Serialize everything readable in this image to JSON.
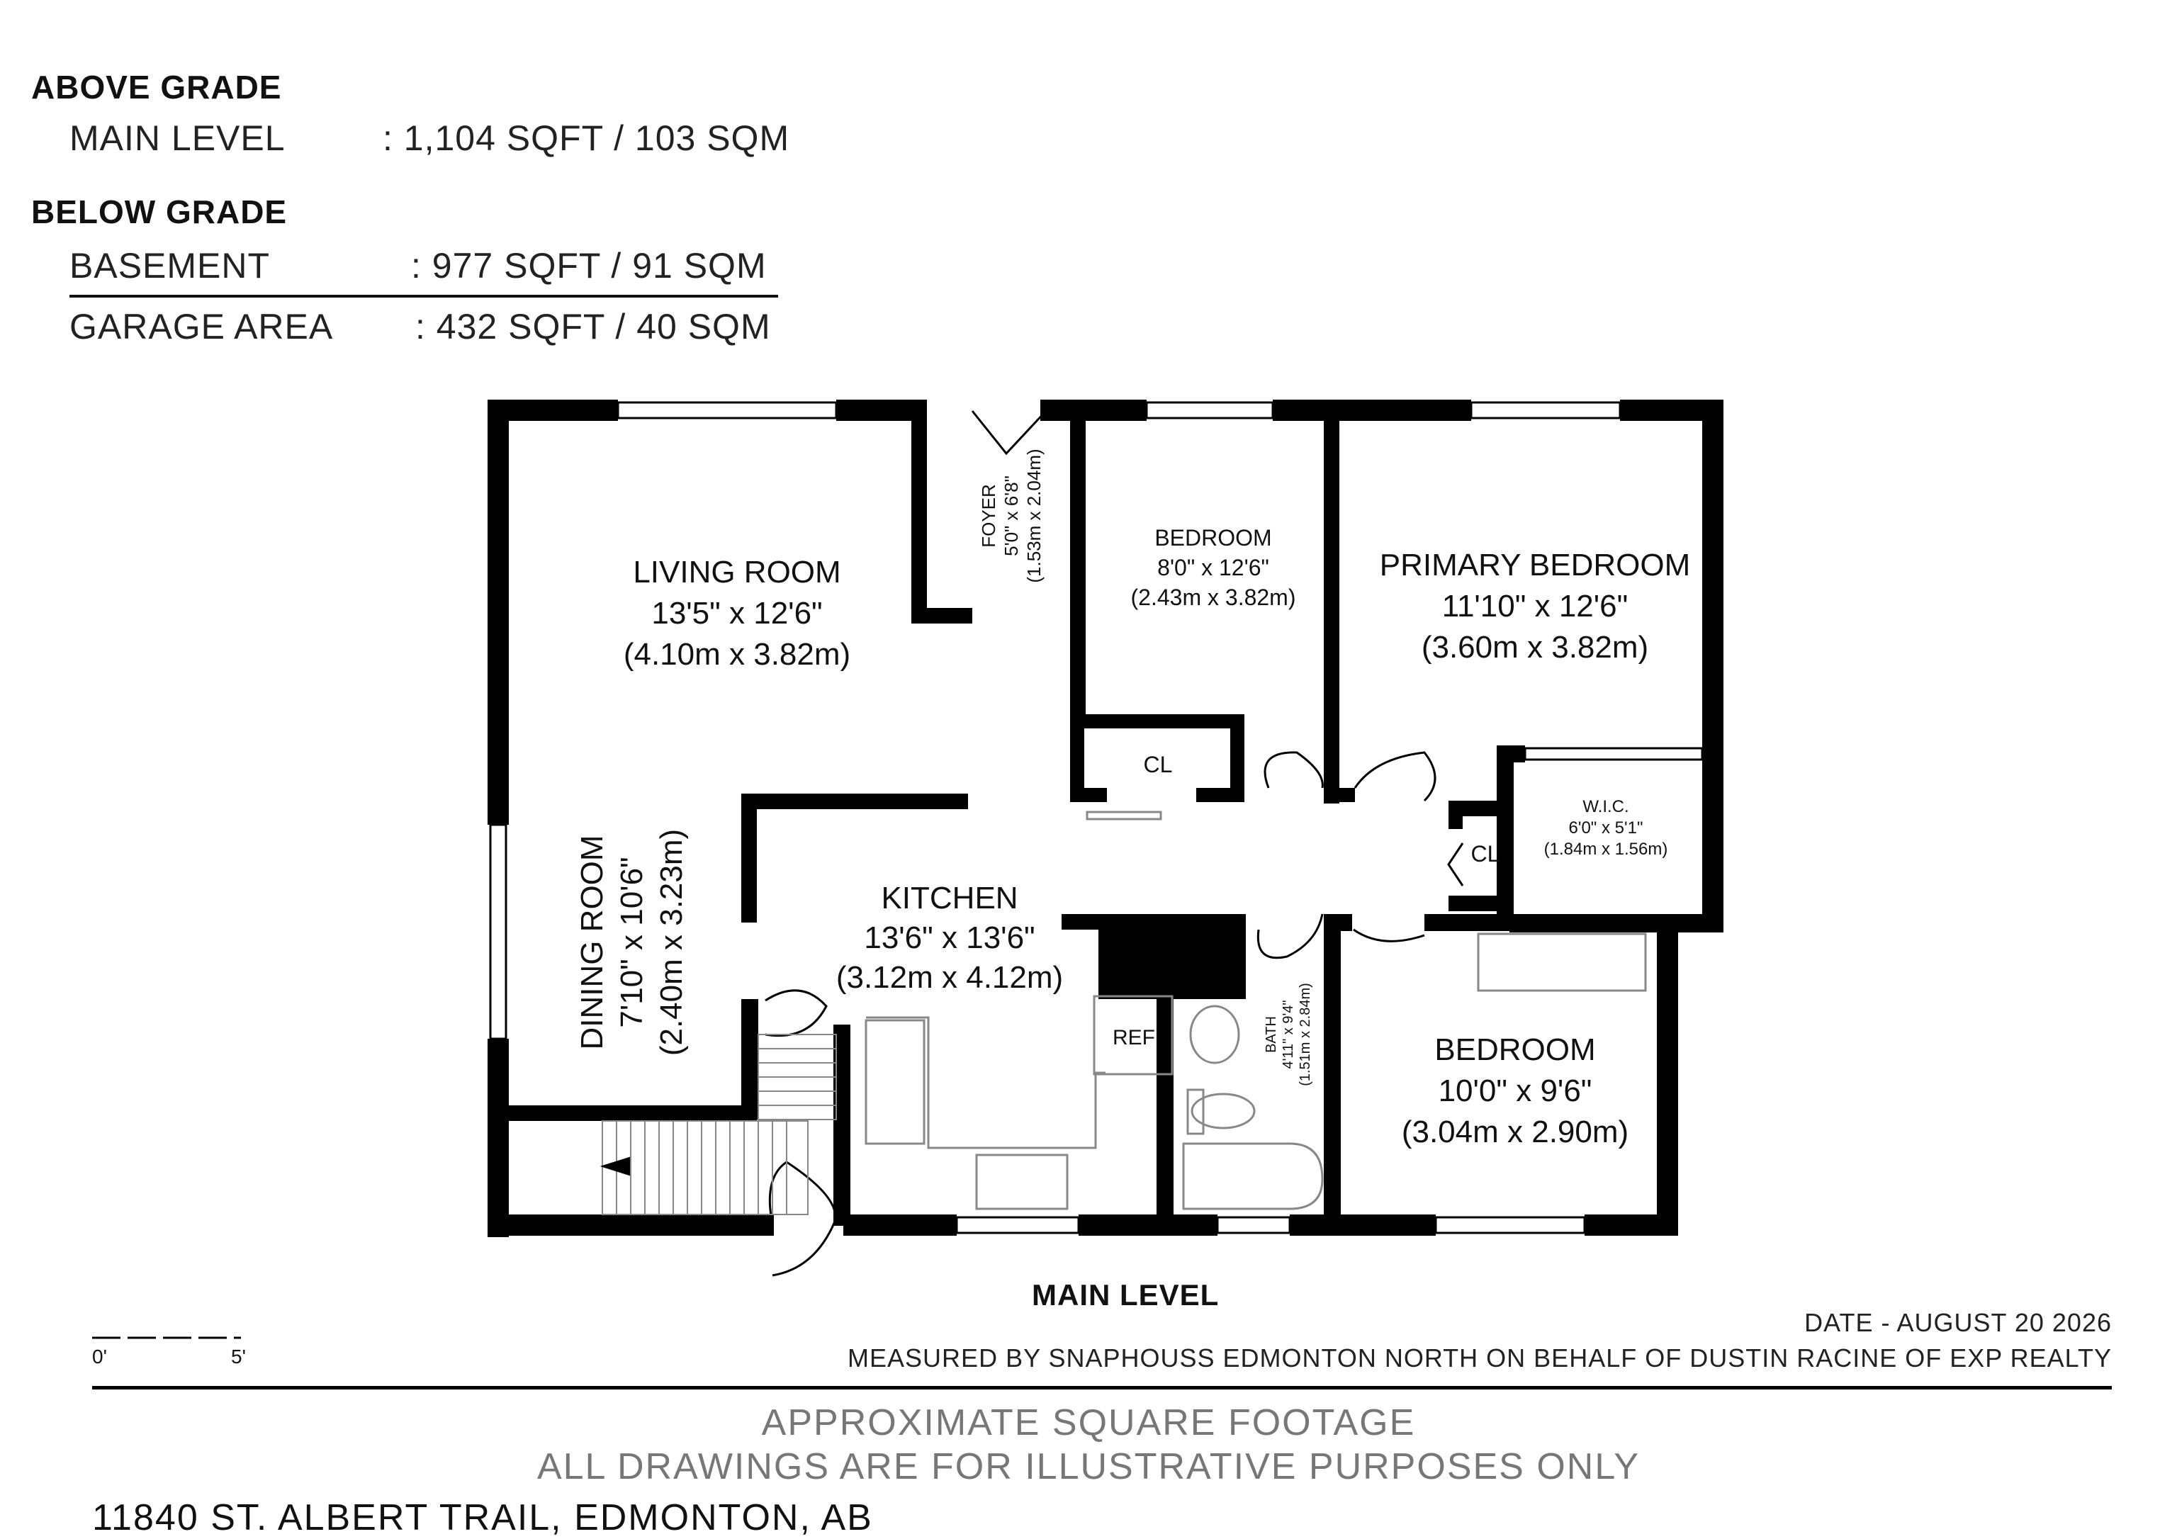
{
  "summary": {
    "above_grade": {
      "heading": "ABOVE GRADE",
      "rows": [
        {
          "label": "MAIN LEVEL",
          "value": ": 1,104 SQFT / 103 SQM"
        }
      ]
    },
    "below_grade": {
      "heading": "BELOW GRADE",
      "rows": [
        {
          "label": "BASEMENT",
          "value": ": 977 SQFT / 91 SQM"
        },
        {
          "label": "GARAGE AREA",
          "value": ": 432 SQFT / 40 SQM"
        }
      ]
    }
  },
  "rooms": {
    "living": {
      "name": "LIVING ROOM",
      "dim_imperial": "13'5\" x 12'6\"",
      "dim_metric": "(4.10m x 3.82m)"
    },
    "foyer": {
      "name": "FOYER",
      "dim_imperial": "5'0\" x 6'8\"",
      "dim_metric": "(1.53m x 2.04m)"
    },
    "bedroom1": {
      "name": "BEDROOM",
      "dim_imperial": "8'0\" x 12'6\"",
      "dim_metric": "(2.43m x 3.82m)"
    },
    "primary": {
      "name": "PRIMARY BEDROOM",
      "dim_imperial": "11'10\" x 12'6\"",
      "dim_metric": "(3.60m x 3.82m)"
    },
    "dining": {
      "name": "DINING ROOM",
      "dim_imperial": "7'10\" x 10'6\"",
      "dim_metric": "(2.40m x 3.23m)"
    },
    "kitchen": {
      "name": "KITCHEN",
      "dim_imperial": "13'6\" x 13'6\"",
      "dim_metric": "(3.12m x 4.12m)"
    },
    "wic": {
      "name": "W.I.C.",
      "dim_imperial": "6'0\" x 5'1\"",
      "dim_metric": "(1.84m x 1.56m)"
    },
    "bath": {
      "name": "BATH",
      "dim_imperial": "4'11\" x 9'4\"",
      "dim_metric": "(1.51m x 2.84m)"
    },
    "bedroom2": {
      "name": "BEDROOM",
      "dim_imperial": "10'0\" x 9'6\"",
      "dim_metric": "(3.04m x 2.90m)"
    }
  },
  "fixtures": {
    "closet1": "CL",
    "closet2": "CL",
    "ref": "REF"
  },
  "floor_title": "MAIN LEVEL",
  "scale": {
    "start": "0'",
    "end": "5'"
  },
  "date_line": "DATE - AUGUST 20 2026",
  "measured_line": "MEASURED BY SNAPHOUSS EDMONTON NORTH ON BEHALF OF DUSTIN RACINE OF EXP REALTY",
  "disclaimer": {
    "line1": "APPROXIMATE SQUARE FOOTAGE",
    "line2": "ALL DRAWINGS ARE FOR ILLUSTRATIVE PURPOSES ONLY"
  },
  "address": "11840 ST. ALBERT TRAIL, EDMONTON, AB",
  "colors": {
    "wall": "#000000",
    "fixture_line": "#888888",
    "disclaimer_text": "#777777"
  }
}
